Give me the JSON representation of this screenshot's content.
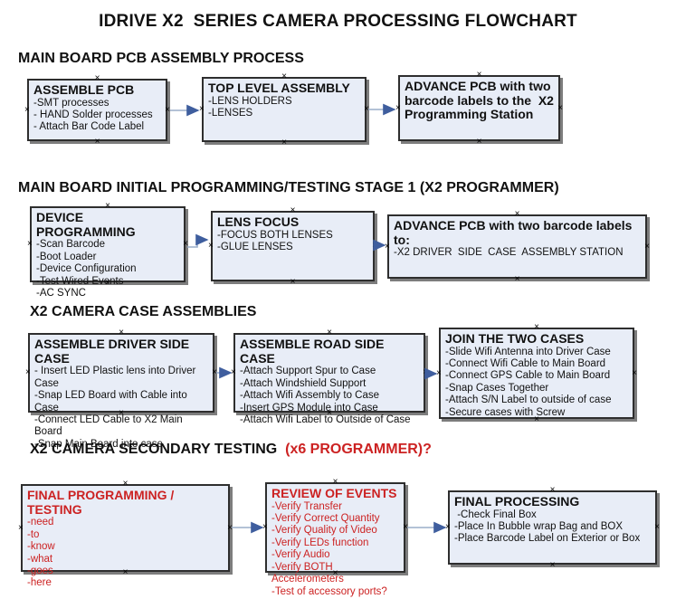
{
  "title": "IDRIVE X2  SERIES CAMERA PROCESSING FLOWCHART",
  "colors": {
    "box_fill": "#e8edf7",
    "box_border": "#2e2e2e",
    "box_shadow": "#7d7d7d",
    "arrow_line": "#9aadc9",
    "arrow_head": "#3f5e9e",
    "red_text": "#cc2222",
    "ink": "#111111"
  },
  "icons": {
    "connection_point": "×"
  },
  "sections": [
    {
      "heading": "MAIN BOARD PCB ASSEMBLY PROCESS"
    },
    {
      "heading": "MAIN BOARD INITIAL PROGRAMMING/TESTING STAGE 1 (X2 PROGRAMMER)"
    },
    {
      "heading": "X2 CAMERA CASE ASSEMBLIES"
    },
    {
      "heading": "X2 CAMERA SECONDARY TESTING  ",
      "heading_red": "(x6 PROGRAMMER)?"
    }
  ],
  "boxes": [
    {
      "title": "ASSEMBLE PCB",
      "lines": [
        "-SMT processes",
        "- HAND Solder processes",
        "- Attach Bar Code Label"
      ]
    },
    {
      "title": "TOP LEVEL ASSEMBLY",
      "lines": [
        "-LENS HOLDERS",
        "-LENSES"
      ]
    },
    {
      "title": "ADVANCE PCB with two barcode labels to the  X2 Programming Station",
      "lines": []
    },
    {
      "title": "DEVICE PROGRAMMING",
      "lines": [
        "-Scan Barcode",
        "-Boot Loader",
        "-Device Configuration",
        "-Test Wired Events",
        "-AC SYNC"
      ]
    },
    {
      "title": "LENS FOCUS",
      "lines": [
        "-FOCUS BOTH LENSES",
        "-GLUE LENSES"
      ]
    },
    {
      "title": "ADVANCE PCB with two barcode labels to:",
      "lines": [
        "-X2 DRIVER  SIDE  CASE  ASSEMBLY STATION"
      ]
    },
    {
      "title": "ASSEMBLE DRIVER SIDE CASE",
      "lines": [
        "- Insert LED Plastic lens into Driver Case",
        "-Snap LED Board with Cable into Case",
        "-Connect LED Cable to X2 Main Board",
        "-Snap Main Board into case"
      ]
    },
    {
      "title": "ASSEMBLE ROAD SIDE CASE",
      "lines": [
        "-Attach Support Spur to Case",
        "-Attach Windshield Support",
        "-Attach Wifi Assembly to Case",
        "-Insert GPS Module into Case",
        "-Attach Wifi Label to Outside of Case"
      ]
    },
    {
      "title": "JOIN THE TWO CASES",
      "lines": [
        "-Slide Wifi Antenna into Driver Case",
        "-Connect Wifi Cable to Main Board",
        "-Connect GPS Cable to Main Board",
        "-Snap Cases Together",
        "-Attach S/N Label to outside of case",
        "-Secure cases with Screw"
      ]
    },
    {
      "title": "FINAL PROGRAMMING / TESTING",
      "lines": [
        "-need",
        "-to",
        "-know",
        "-what",
        "-goes",
        "-here"
      ]
    },
    {
      "title": "REVIEW OF EVENTS",
      "lines": [
        "-Verify Transfer",
        "-Verify Correct Quantity",
        "-Verify Quality of Video",
        "-Verify LEDs function",
        "-Verify Audio",
        "-Verify BOTH Accelerometers",
        "-Test of accessory ports?"
      ]
    },
    {
      "title": "FINAL PROCESSING",
      "lines": [
        " -Check Final Box",
        "-Place In Bubble wrap Bag and BOX",
        "-Place Barcode Label on Exterior or Box"
      ]
    }
  ]
}
